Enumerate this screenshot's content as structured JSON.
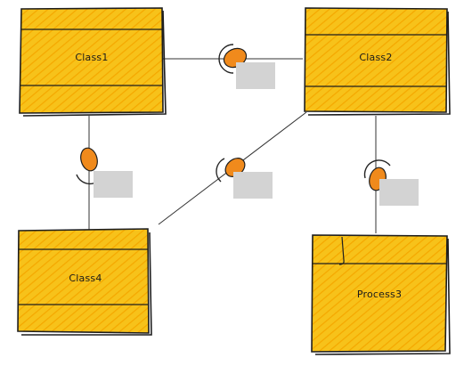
{
  "diagram": {
    "nodes": [
      {
        "id": "class1",
        "label": "Class1",
        "kind": "class"
      },
      {
        "id": "class2",
        "label": "Class2",
        "kind": "class"
      },
      {
        "id": "class4",
        "label": "Class4",
        "kind": "class"
      },
      {
        "id": "process3",
        "label": "Process3",
        "kind": "process"
      }
    ],
    "connections": [
      {
        "from": "class1",
        "to": "class2",
        "interface": "provided-required"
      },
      {
        "from": "class1",
        "to": "class4",
        "interface": "provided-required"
      },
      {
        "from": "class4",
        "to": "class2",
        "interface": "provided-required"
      },
      {
        "from": "class2",
        "to": "process3",
        "interface": "provided-required"
      }
    ],
    "colors": {
      "fill": "#f7c21a",
      "hatch": "#f5a800",
      "outline": "#1e1e1e",
      "interface_ball": "#f08a1c",
      "tag": "#d3d3d3",
      "line": "#333333"
    }
  }
}
